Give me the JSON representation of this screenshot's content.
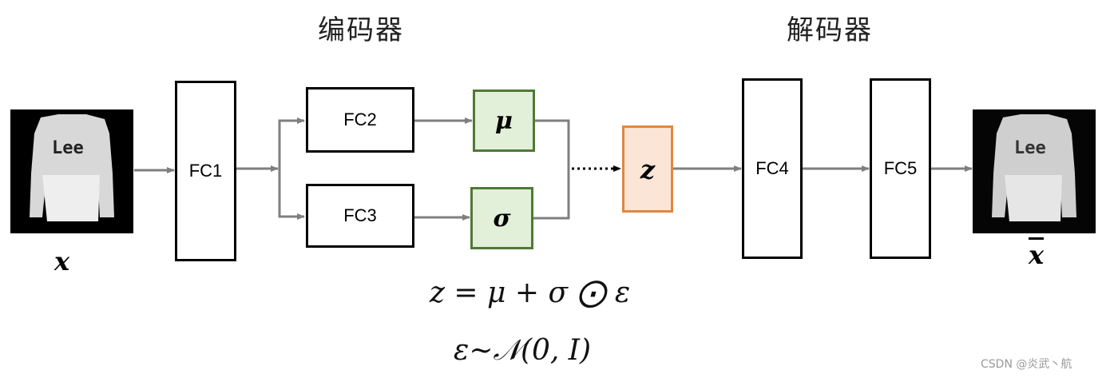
{
  "encoder_title": "编码器",
  "decoder_title": "解码器",
  "input_label": "x",
  "output_label": "x",
  "nodes": {
    "fc1": "FC1",
    "fc2": "FC2",
    "fc3": "FC3",
    "mu": "μ",
    "sigma": "σ",
    "z": "z",
    "fc4": "FC4",
    "fc5": "FC5"
  },
  "formula_z": "z = μ + σ ⨀ ε",
  "formula_eps": "ε~𝒩(0, I)",
  "watermark": "CSDN @炎武丶航",
  "colors": {
    "mu_fill": "#e2efd9",
    "mu_border": "#4f7a35",
    "z_fill": "#fbe5d6",
    "z_border": "#e0873f",
    "arrow": "#7f7f7f"
  }
}
